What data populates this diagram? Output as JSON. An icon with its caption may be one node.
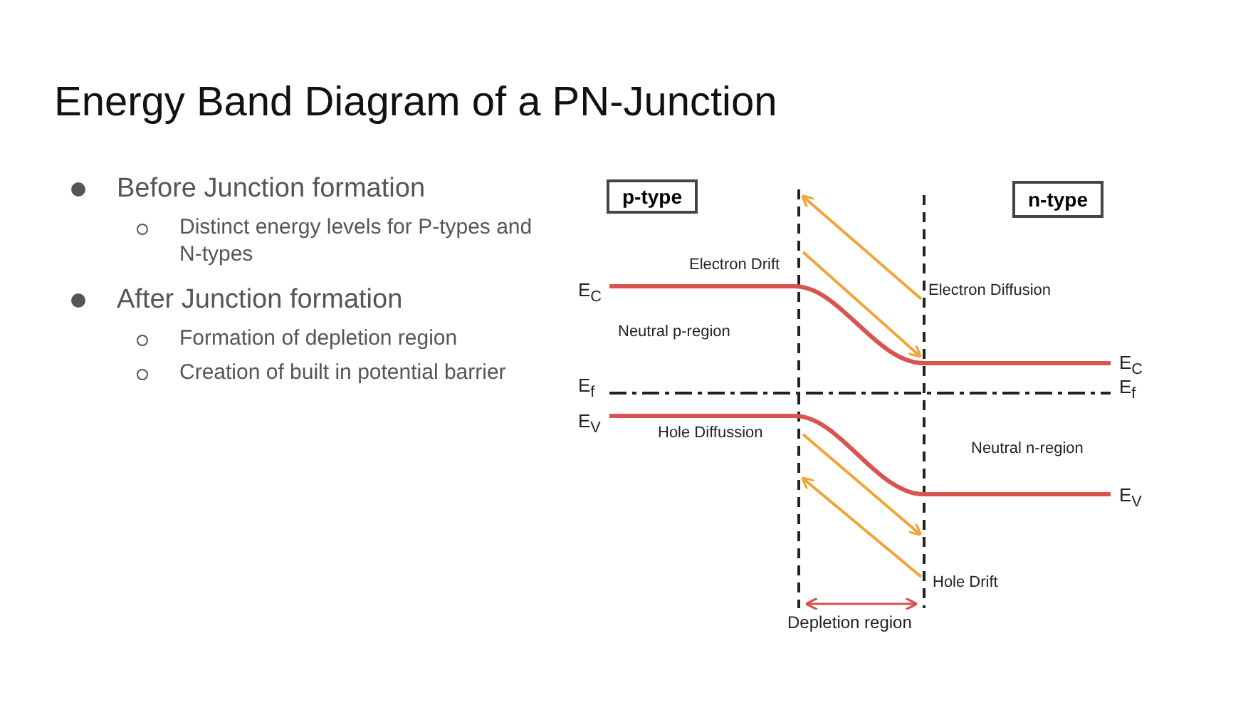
{
  "diagram": {
    "title": "Energy Band Diagram of a PN-Junction",
    "nodes": [
      {
        "text": [
          "p-type"
        ]
      },
      {
        "text": [
          "n-type"
        ]
      }
    ],
    "labels": [
      "Before Junction formation",
      "Distinct energy levels for P-types and N-types",
      "After Junction formation",
      "Formation of depletion region",
      "Creation of built in potential barrier",
      "Electron Drift",
      "E$_{C}$",
      "Electron Diffusion",
      "Neutral p-region",
      "E$_{C}$",
      "E$_{f}$",
      "E$_{f}$",
      "E$_{V}$",
      "Hole Diffussion",
      "Neutral n-region",
      "E$_{V}$",
      "Hole Drift",
      "Depletion region"
    ]
  }
}
